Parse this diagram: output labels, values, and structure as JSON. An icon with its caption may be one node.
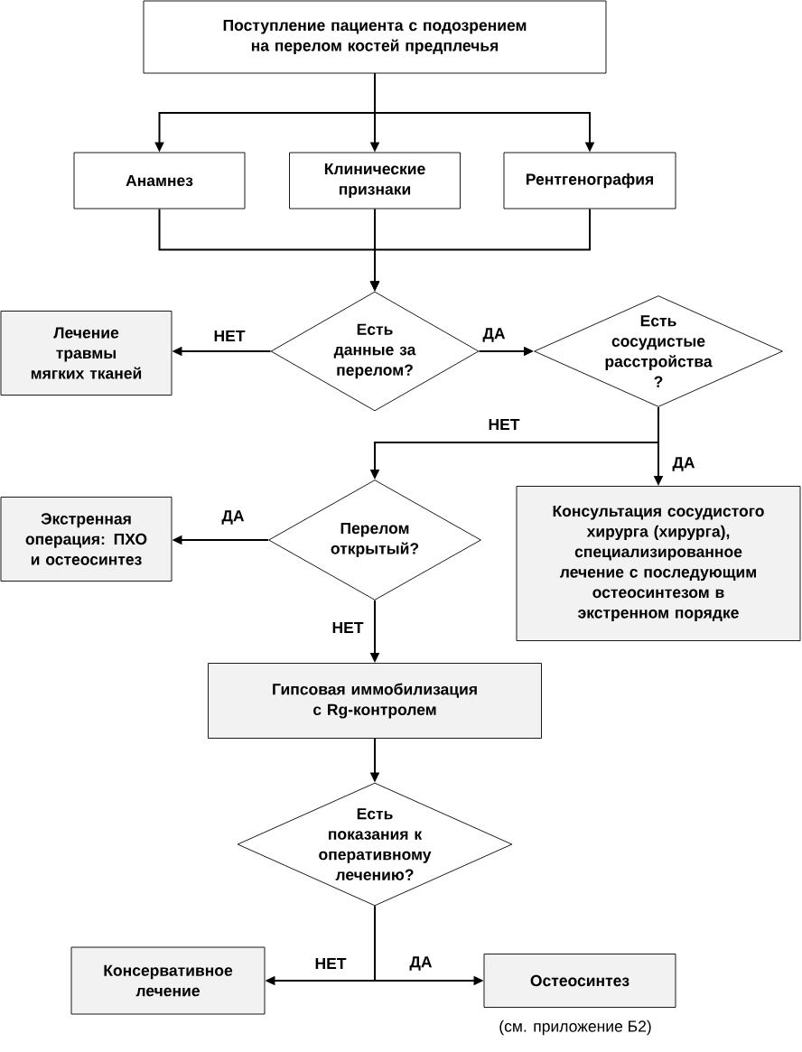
{
  "diagram": {
    "nodes": [
      {
        "text": [
          "Поступление пациента с подозрением на перелом костей предплечья"
        ]
      },
      {
        "text": [
          "Анамнез"
        ]
      },
      {
        "text": [
          "Клинические признаки"
        ]
      },
      {
        "text": [
          "Рентгенография"
        ]
      },
      {
        "text": [
          "Есть данные за перелом?"
        ]
      },
      {
        "text": [
          "Лечение травмы мягких тканей"
        ]
      },
      {
        "text": [
          "Есть сосудистые расстройства ?"
        ]
      },
      {
        "text": [
          "Перелом открытый?"
        ]
      },
      {
        "text": [
          "Экстренная операция: ПХО и остеосинтез"
        ]
      },
      {
        "text": [
          "Консультация сосудистого хирурга (хирурга), специализированное лечение с последующим остеосинтезом в экстренном порядке"
        ]
      },
      {
        "text": [
          "Гипсовая иммобилизация с Rg-контролем"
        ]
      },
      {
        "text": [
          "Есть показания к оперативному лечению?"
        ]
      },
      {
        "text": [
          "Консервативное лечение"
        ]
      },
      {
        "text": [
          "Остеосинтез"
        ],
        "beside": [
          "(см. приложение Б2)"
        ]
      }
    ],
    "edges": [
      {
        "from": 0,
        "to": 1,
        "arrow": "to"
      },
      {
        "from": 0,
        "to": 2,
        "arrow": "to"
      },
      {
        "from": 0,
        "to": 3,
        "arrow": "to"
      },
      {
        "from": 1,
        "to": 4,
        "arrow": "to"
      },
      {
        "from": 2,
        "to": 4,
        "arrow": "to"
      },
      {
        "from": 3,
        "to": 4,
        "arrow": "to"
      },
      {
        "from": 4,
        "to": 5,
        "arrow": "to",
        "label": "НЕТ"
      },
      {
        "from": 4,
        "to": 6,
        "arrow": "to",
        "label": "ДА"
      },
      {
        "from": 6,
        "to": 7,
        "arrow": "to",
        "label": "НЕТ"
      },
      {
        "from": 6,
        "to": 9,
        "arrow": "to",
        "label": "ДА"
      },
      {
        "from": 7,
        "to": 8,
        "arrow": "to",
        "label": "ДА"
      },
      {
        "from": 7,
        "to": 10,
        "arrow": "to",
        "label": "НЕТ"
      },
      {
        "from": 10,
        "to": 11,
        "arrow": "to"
      },
      {
        "from": 11,
        "to": 12,
        "arrow": "to",
        "label": "НЕТ"
      },
      {
        "from": 11,
        "to": 13,
        "arrow": "to",
        "label": "ДА"
      }
    ]
  }
}
